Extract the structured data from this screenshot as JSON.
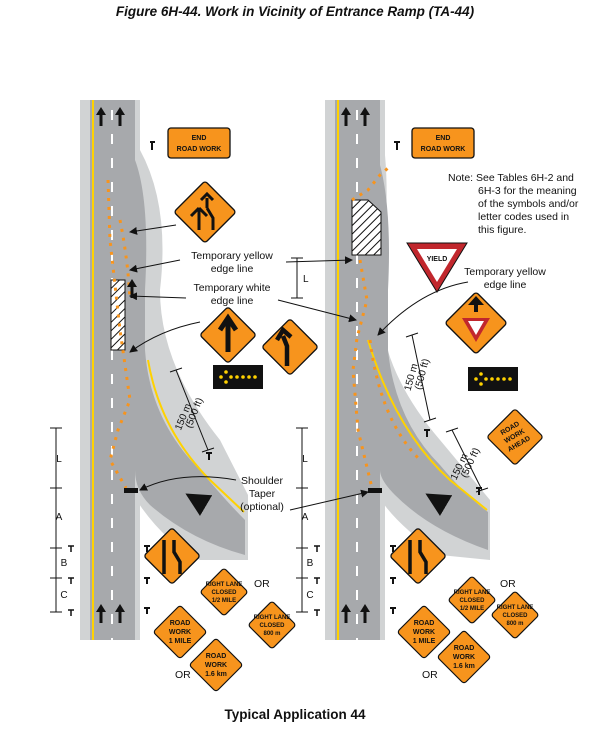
{
  "figure_title": "Figure 6H-44.  Work in Vicinity of Entrance Ramp (TA-44)",
  "caption": "Typical Application 44",
  "note": [
    "Note:  See Tables 6H-2 and",
    "6H-3 for the meaning",
    "of the symbols and/or",
    "letter codes used in",
    "this figure."
  ],
  "labels": {
    "temp_yellow": [
      "Temporary yellow",
      "edge line"
    ],
    "temp_white": [
      "Temporary white",
      "edge line"
    ],
    "shoulder_taper": [
      "Shoulder",
      "Taper",
      "(optional)"
    ],
    "temp_yellow_right": [
      "Temporary yellow",
      "edge line"
    ]
  },
  "dimensions": {
    "d150_left": [
      "150 m",
      "(500 ft)"
    ],
    "d150_right_a": [
      "150 m",
      "(500 ft)"
    ],
    "d150_right_b": [
      "150 m",
      "(500 ft)"
    ],
    "L": "L",
    "A": "A",
    "B": "B",
    "C": "C"
  },
  "signs": {
    "end_road_work": [
      "END",
      "ROAD WORK"
    ],
    "yield": "YIELD",
    "right_lane_closed": [
      "RIGHT LANE",
      "CLOSED",
      "1/2 MILE"
    ],
    "right_lane_closed_metric": [
      "RIGHT LANE",
      "CLOSED",
      "800 m"
    ],
    "road_work_mile": [
      "ROAD",
      "WORK",
      "1 MILE"
    ],
    "road_work_km": [
      "ROAD",
      "WORK",
      "1.6 km"
    ],
    "road_work_ahead": [
      "ROAD",
      "WORK",
      "AHEAD"
    ],
    "or": "OR"
  },
  "colors": {
    "sign_orange": "#f7941d",
    "road_gray": "#a7a9ac",
    "shoulder_gray": "#d1d3d4",
    "edge_yellow": "#ffd200",
    "yield_red": "#c1272d",
    "channel_orange": "#f7941d"
  }
}
